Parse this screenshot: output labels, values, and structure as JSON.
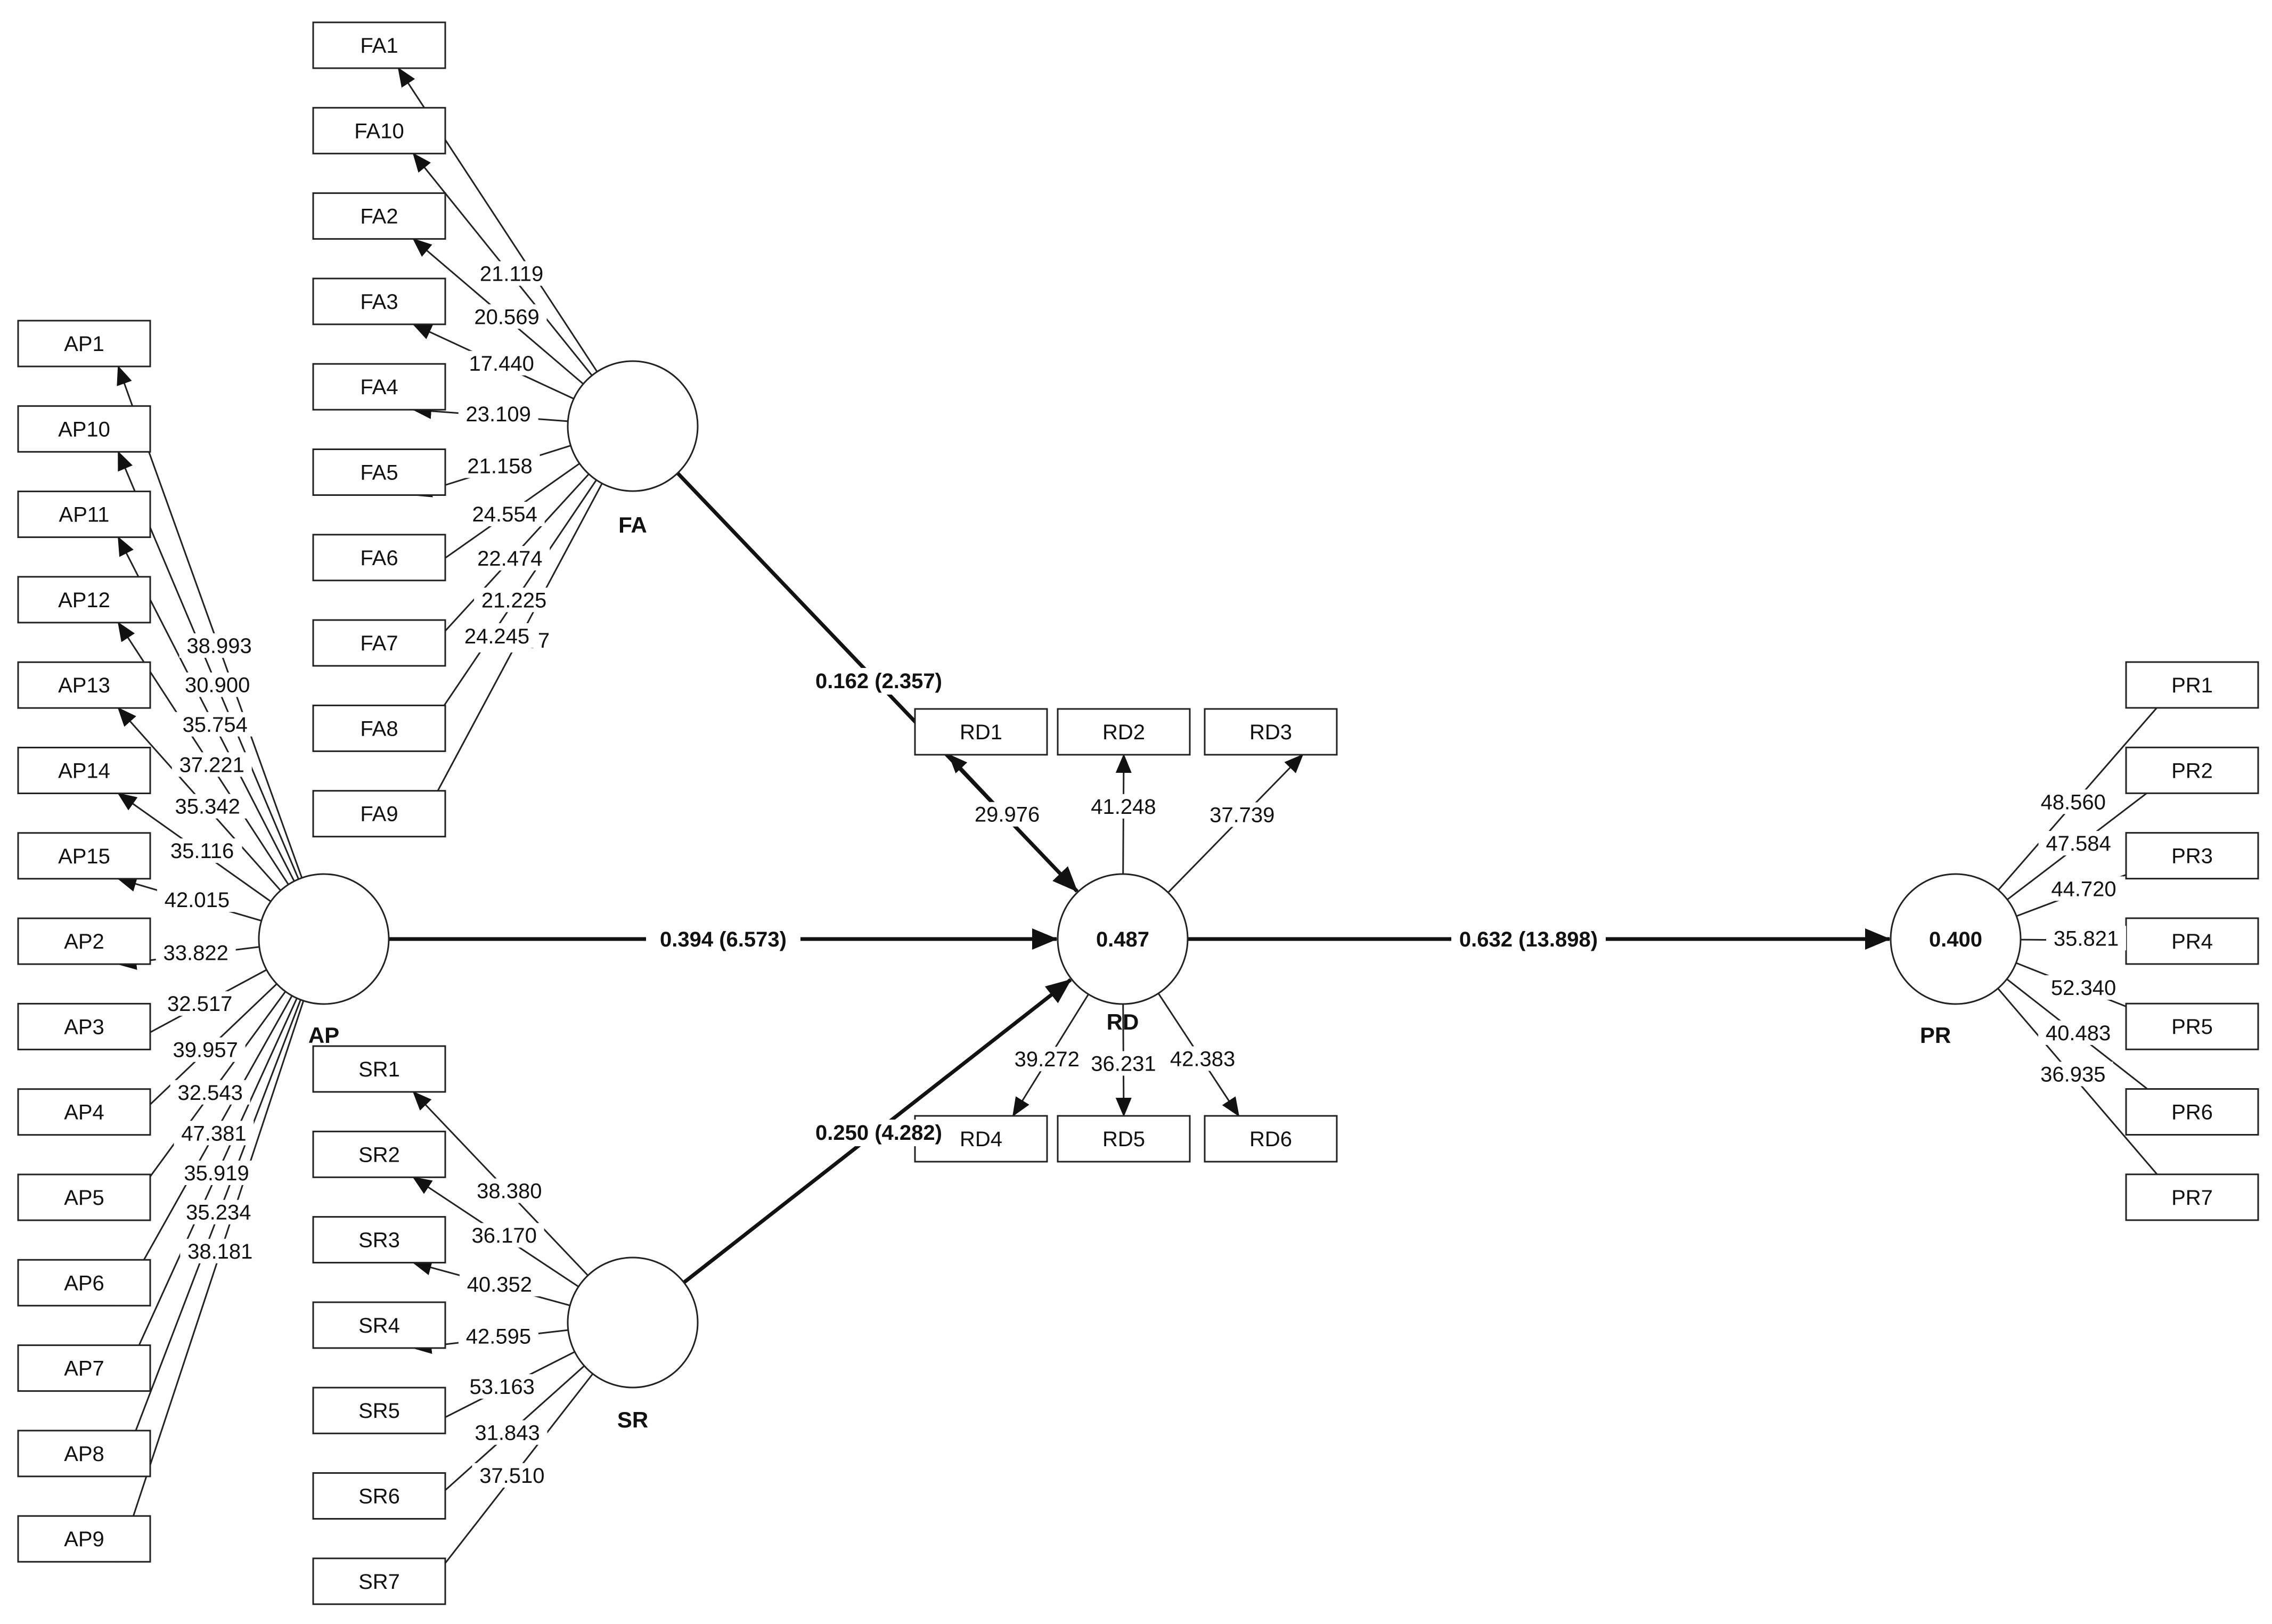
{
  "constructs": [
    {
      "id": "FA",
      "label": "FA",
      "r2": "",
      "indicators": [
        {
          "name": "FA1",
          "loading": ""
        },
        {
          "name": "FA10",
          "loading": "21.119"
        },
        {
          "name": "FA2",
          "loading": "20.569"
        },
        {
          "name": "FA3",
          "loading": "17.440"
        },
        {
          "name": "FA4",
          "loading": "23.109"
        },
        {
          "name": "FA5",
          "loading": "21.158"
        },
        {
          "name": "FA6",
          "loading": "24.554"
        },
        {
          "name": "FA7",
          "loading": "22.474"
        },
        {
          "name": "FA8",
          "loading": "21.225"
        },
        {
          "name": "FA9",
          "loading": "22.267"
        }
      ],
      "extra_loading": "24.245"
    },
    {
      "id": "AP",
      "label": "AP",
      "r2": "",
      "indicators": [
        {
          "name": "AP1",
          "loading": "38.993"
        },
        {
          "name": "AP10",
          "loading": "30.900"
        },
        {
          "name": "AP11",
          "loading": "35.754"
        },
        {
          "name": "AP12",
          "loading": "37.221"
        },
        {
          "name": "AP13",
          "loading": "35.342"
        },
        {
          "name": "AP14",
          "loading": "35.116"
        },
        {
          "name": "AP15",
          "loading": "42.015"
        },
        {
          "name": "AP2",
          "loading": "33.822"
        },
        {
          "name": "AP3",
          "loading": "32.517"
        },
        {
          "name": "AP4",
          "loading": "39.957"
        },
        {
          "name": "AP5",
          "loading": "32.543"
        },
        {
          "name": "AP6",
          "loading": "47.381"
        },
        {
          "name": "AP7",
          "loading": "35.919"
        },
        {
          "name": "AP8",
          "loading": "35.234"
        },
        {
          "name": "AP9",
          "loading": "38.181"
        }
      ]
    },
    {
      "id": "SR",
      "label": "SR",
      "r2": "",
      "indicators": [
        {
          "name": "SR1",
          "loading": "38.380"
        },
        {
          "name": "SR2",
          "loading": "36.170"
        },
        {
          "name": "SR3",
          "loading": "40.352"
        },
        {
          "name": "SR4",
          "loading": "42.595"
        },
        {
          "name": "SR5",
          "loading": "53.163"
        },
        {
          "name": "SR6",
          "loading": "31.843"
        },
        {
          "name": "SR7",
          "loading": "37.510"
        }
      ]
    },
    {
      "id": "RD",
      "label": "RD",
      "r2": "0.487",
      "indicators": [
        {
          "name": "RD1",
          "loading": "29.976"
        },
        {
          "name": "RD2",
          "loading": "41.248"
        },
        {
          "name": "RD3",
          "loading": "37.739"
        },
        {
          "name": "RD4",
          "loading": "39.272"
        },
        {
          "name": "RD5",
          "loading": "36.231"
        },
        {
          "name": "RD6",
          "loading": "42.383"
        }
      ]
    },
    {
      "id": "PR",
      "label": "PR",
      "r2": "0.400",
      "indicators": [
        {
          "name": "PR1",
          "loading": "48.560"
        },
        {
          "name": "PR2",
          "loading": "47.584"
        },
        {
          "name": "PR3",
          "loading": "44.720"
        },
        {
          "name": "PR4",
          "loading": "35.821"
        },
        {
          "name": "PR5",
          "loading": "52.340"
        },
        {
          "name": "PR6",
          "loading": "40.483"
        },
        {
          "name": "PR7",
          "loading": "36.935"
        }
      ]
    }
  ],
  "paths": [
    {
      "from": "FA",
      "to": "RD",
      "label": "0.162 (2.357)"
    },
    {
      "from": "AP",
      "to": "RD",
      "label": "0.394 (6.573)"
    },
    {
      "from": "SR",
      "to": "RD",
      "label": "0.250 (4.282)"
    },
    {
      "from": "RD",
      "to": "PR",
      "label": "0.632 (13.898)"
    }
  ]
}
